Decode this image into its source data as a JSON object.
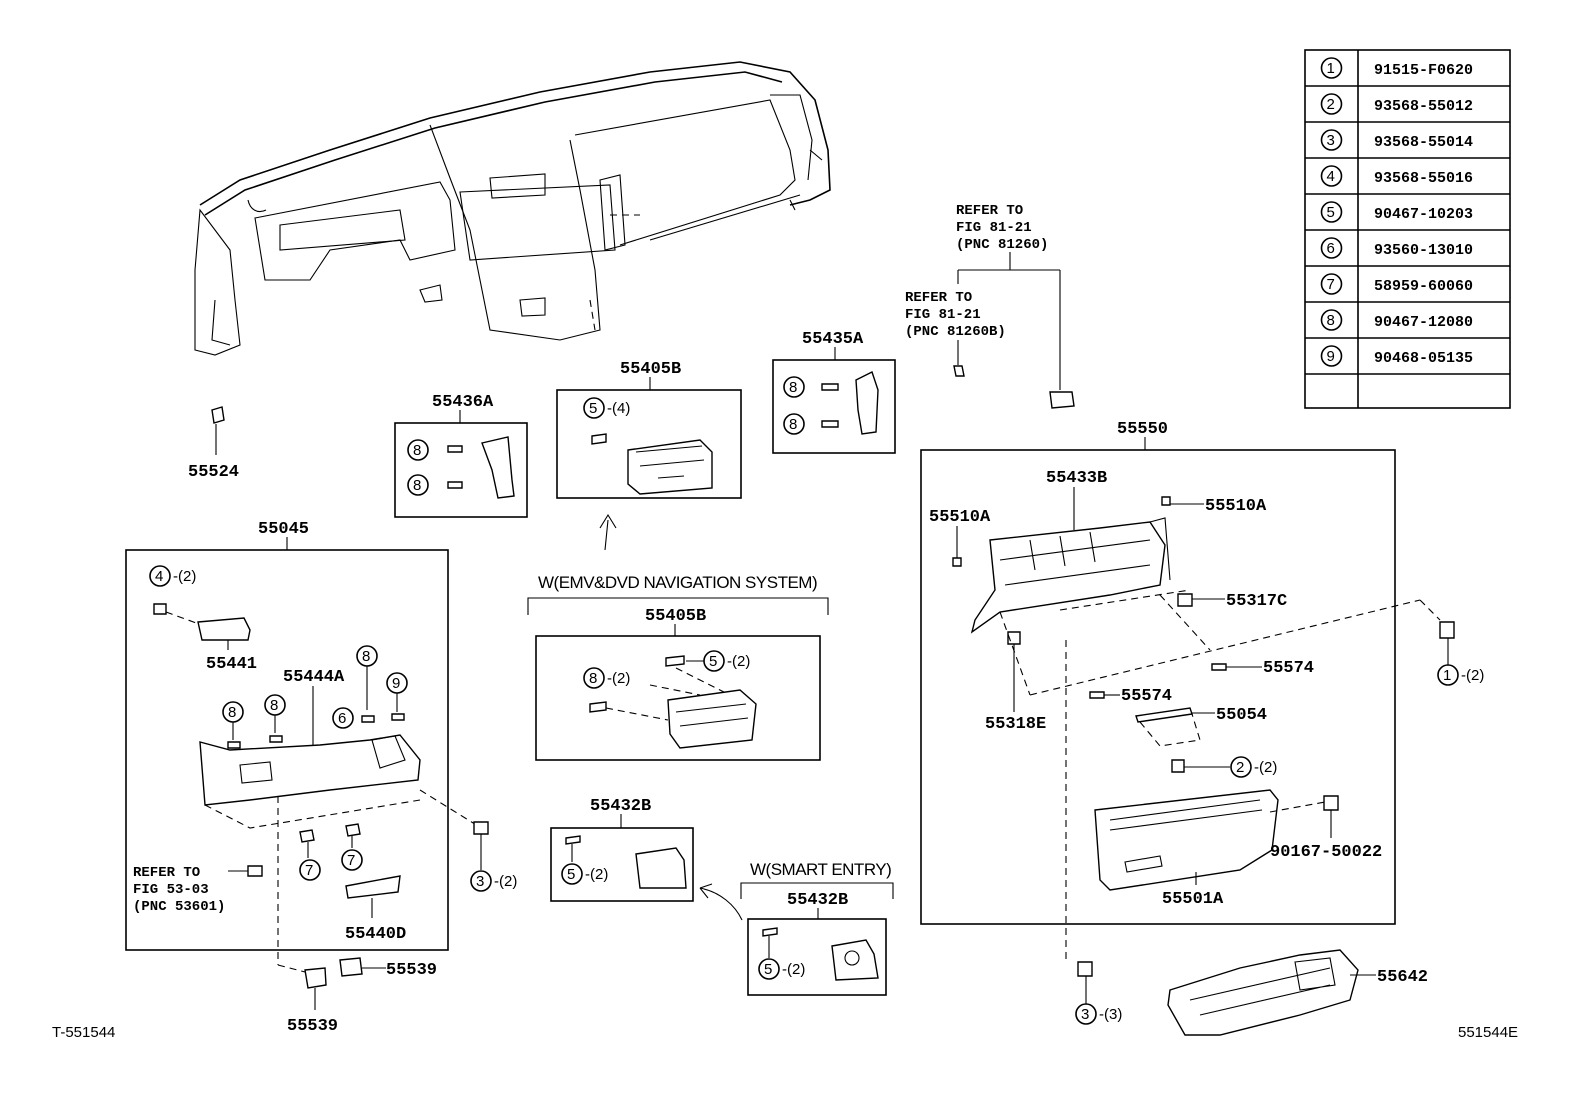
{
  "figure_code_left": "T-551544",
  "figure_code_right": "551544E",
  "legend": [
    {
      "index": "1",
      "part": "91515-F0620"
    },
    {
      "index": "2",
      "part": "93568-55012"
    },
    {
      "index": "3",
      "part": "93568-55014"
    },
    {
      "index": "4",
      "part": "93568-55016"
    },
    {
      "index": "5",
      "part": "90467-10203"
    },
    {
      "index": "6",
      "part": "93560-13010"
    },
    {
      "index": "7",
      "part": "58959-60060"
    },
    {
      "index": "8",
      "part": "90467-12080"
    },
    {
      "index": "9",
      "part": "90468-05135"
    }
  ],
  "labels": {
    "p55524": "55524",
    "p55436A": "55436A",
    "p55405B_top": "55405B",
    "p55435A": "55435A",
    "p55045": "55045",
    "p55441": "55441",
    "p55444A": "55444A",
    "p55440D": "55440D",
    "p55539_right": "55539",
    "p55539_bottom": "55539",
    "p55405B_nav": "55405B",
    "p55432B_top": "55432B",
    "p55432B_smart": "55432B",
    "p55550": "55550",
    "p55433B": "55433B",
    "p55510A_left": "55510A",
    "p55510A_right": "55510A",
    "p55317C": "55317C",
    "p55574_right": "55574",
    "p55574_mid": "55574",
    "p55054": "55054",
    "p55318E": "55318E",
    "p90167": "90167-50022",
    "p55501A": "55501A",
    "p55642": "55642"
  },
  "conditions": {
    "nav": "W(EMV&DVD NAVIGATION SYSTEM)",
    "smart": "W(SMART ENTRY)"
  },
  "refer_notes": {
    "fig81_a": [
      "REFER TO",
      "FIG 81-21",
      "(PNC 81260)"
    ],
    "fig81_b": [
      "REFER TO",
      "FIG 81-21",
      "(PNC 81260B)"
    ],
    "fig53": [
      "REFER TO",
      "FIG 53-03",
      "(PNC 53601)"
    ]
  },
  "callouts": {
    "c4_qty": "-(2)",
    "c5_top_qty": "-(4)",
    "c5_nav_qty": "-(2)",
    "c8_nav_qty": "-(2)",
    "c3_left_qty": "-(2)",
    "c5_432_qty": "-(2)",
    "c5_smart_qty": "-(2)",
    "c1_qty": "-(2)",
    "c2_qty": "-(2)",
    "c3_bottom_qty": "-(3)"
  }
}
